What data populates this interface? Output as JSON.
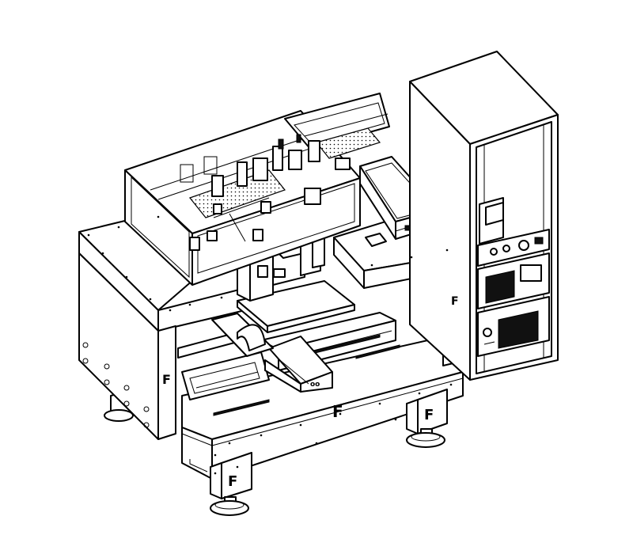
{
  "colors": {
    "line": "#000000",
    "background": "#ffffff"
  },
  "marks": {
    "base_front": "F",
    "leg_front_left": "F",
    "leg_right": "F",
    "table_side_left": "F",
    "cabinet_side": "F"
  }
}
